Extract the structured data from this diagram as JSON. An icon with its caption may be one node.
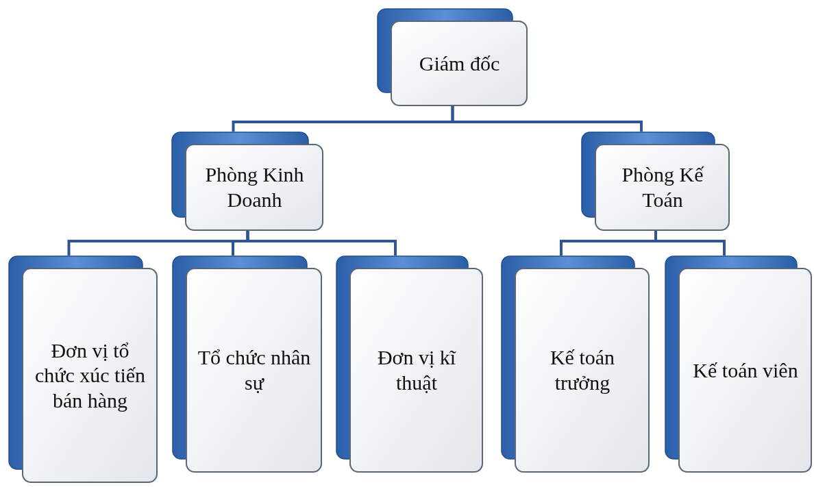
{
  "diagram": {
    "nodes": [
      {
        "text": [
          "Giám đốc"
        ]
      },
      {
        "text": [
          "Phòng Kinh Doanh"
        ]
      },
      {
        "text": [
          "Phòng Kế Toán"
        ]
      },
      {
        "text": [
          "Đơn vị tổ chức xúc tiến bán hàng"
        ]
      },
      {
        "text": [
          "Tổ chức nhân sự"
        ]
      },
      {
        "text": [
          "Đơn vị kĩ thuật"
        ]
      },
      {
        "text": [
          "Kế toán trưởng"
        ]
      },
      {
        "text": [
          "Kế toán viên"
        ]
      }
    ],
    "edges": [
      {
        "from": 0,
        "to": 1,
        "arrow": "none"
      },
      {
        "from": 0,
        "to": 2,
        "arrow": "none"
      },
      {
        "from": 1,
        "to": 3,
        "arrow": "none"
      },
      {
        "from": 1,
        "to": 4,
        "arrow": "none"
      },
      {
        "from": 1,
        "to": 5,
        "arrow": "none"
      },
      {
        "from": 2,
        "to": 6,
        "arrow": "none"
      },
      {
        "from": 2,
        "to": 7,
        "arrow": "none"
      }
    ]
  }
}
